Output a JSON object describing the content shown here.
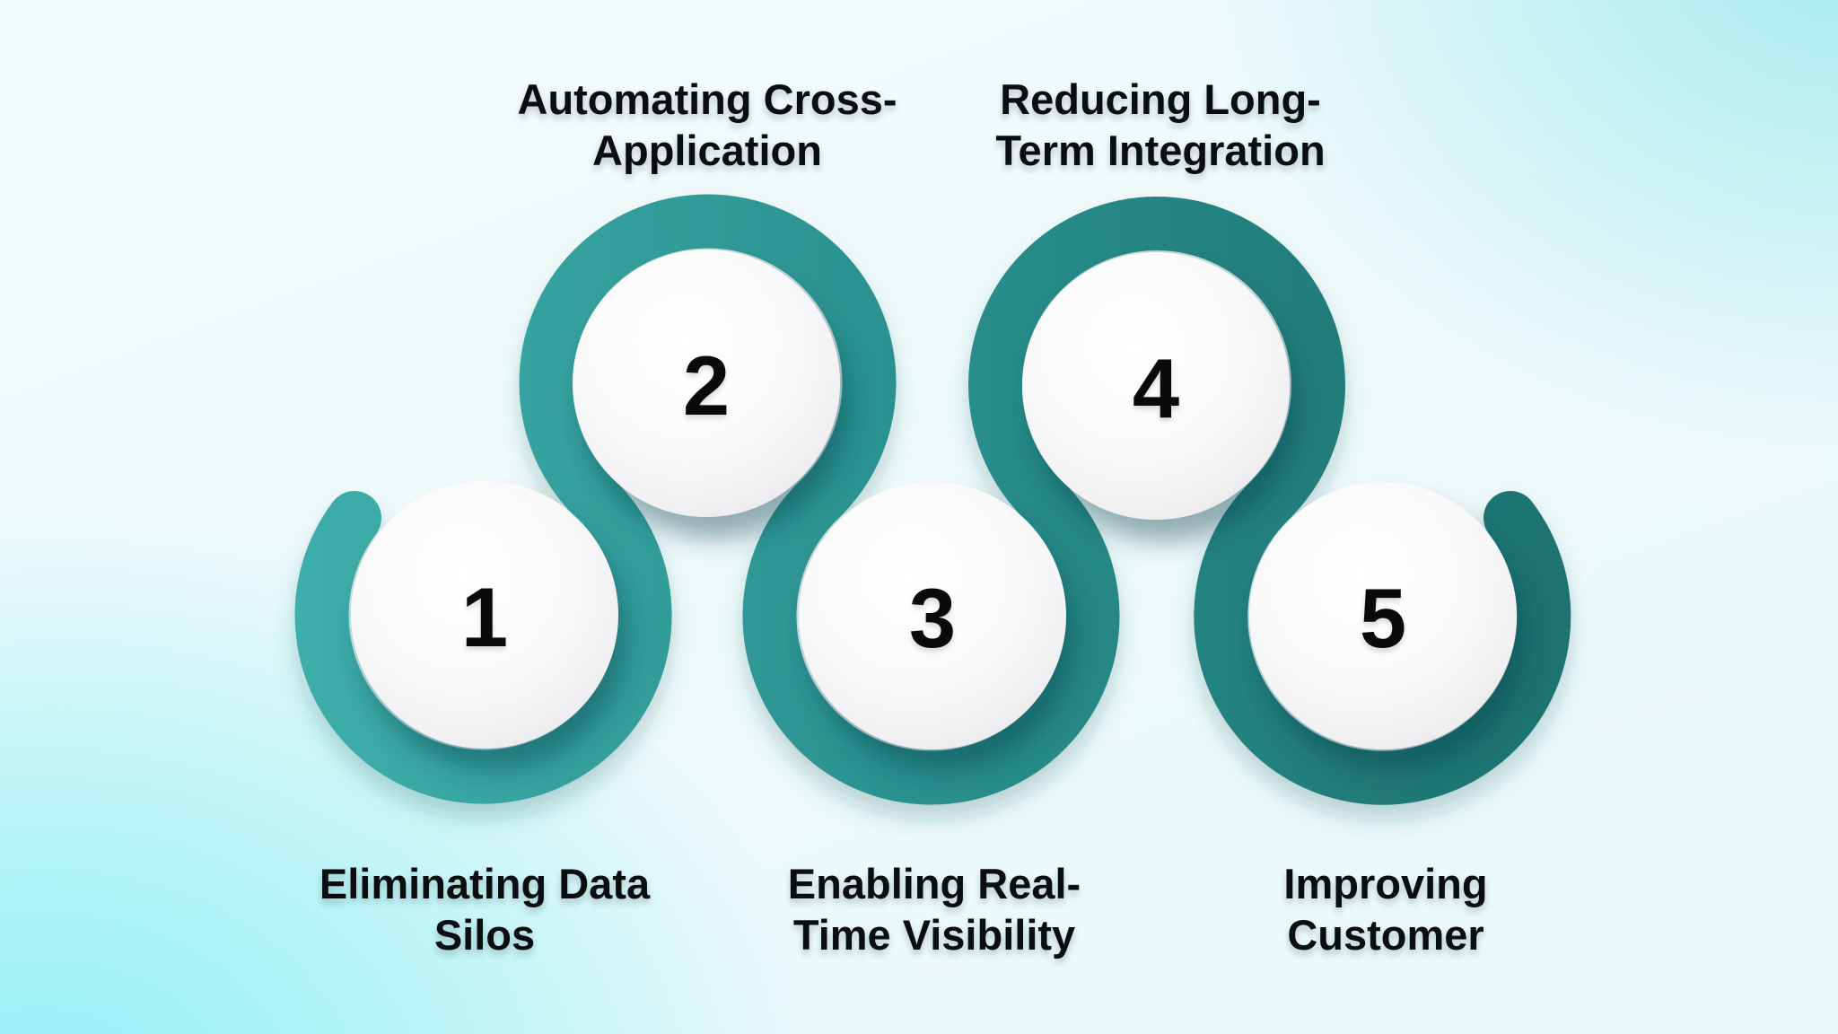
{
  "diagram": {
    "type": "serpentine-process-infographic",
    "step_count": 5,
    "steps": [
      {
        "number": "1",
        "row": "bottom",
        "label": {
          "line1": "Eliminating Data",
          "line2": "Silos"
        }
      },
      {
        "number": "2",
        "row": "top",
        "label": {
          "line1": "Automating Cross-",
          "line2": "Application"
        }
      },
      {
        "number": "3",
        "row": "bottom",
        "label": {
          "line1": "Enabling Real-",
          "line2": "Time Visibility"
        }
      },
      {
        "number": "4",
        "row": "top",
        "label": {
          "line1": "Reducing Long-",
          "line2": "Term Integration"
        }
      },
      {
        "number": "5",
        "row": "bottom",
        "label": {
          "line1": "Improving",
          "line2": "Customer"
        }
      }
    ],
    "colors": {
      "ribbon_gradient_start": "#3EAEAA",
      "ribbon_gradient_mid": "#2A908E",
      "ribbon_gradient_end": "#1D7370",
      "background_base": "#EEF9FA",
      "background_corner_cyan": "#9DF2F7",
      "sphere_fill": "#F7F7F8",
      "number_color": "#0A0A0B",
      "label_color": "#0B0E0F"
    }
  }
}
